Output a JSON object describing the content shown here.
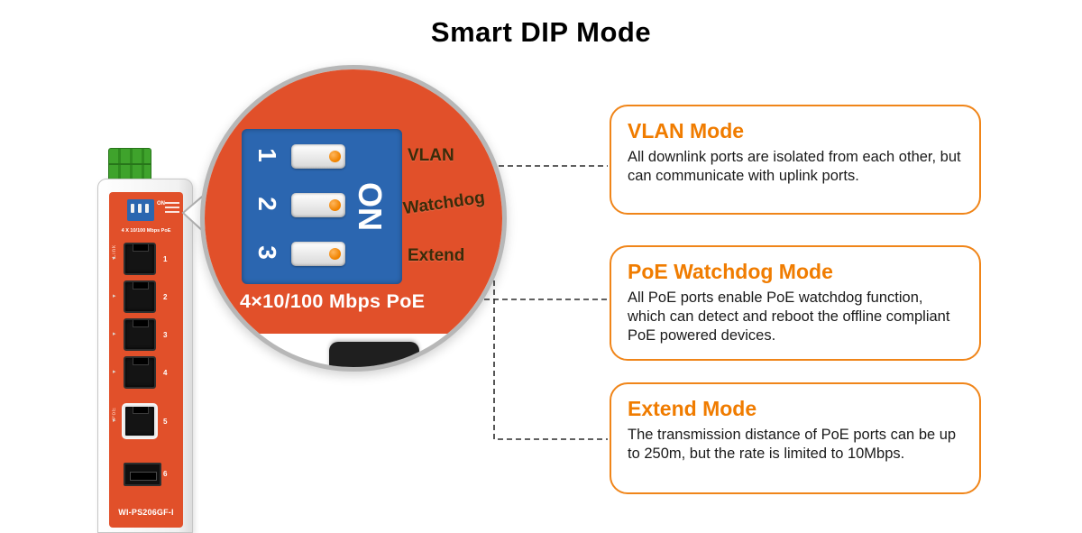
{
  "title": "Smart DIP Mode",
  "device": {
    "model": "WI-PS206GF-I",
    "panel_text": "4 X 10/100 Mbps PoE",
    "link_label": "Link",
    "poe_label": "PoE",
    "dip_on": "ON",
    "port_numbers": [
      "1",
      "2",
      "3",
      "4",
      "5",
      "6"
    ]
  },
  "magnifier": {
    "switch_numbers": [
      "1",
      "2",
      "3"
    ],
    "on_label": "ON",
    "switch_labels": [
      "VLAN",
      "Watchdog",
      "Extend"
    ],
    "caption": "4×10/100 Mbps PoE"
  },
  "callouts": [
    {
      "title": "VLAN Mode",
      "body": "All downlink ports are isolated from each other, but can communicate with uplink ports."
    },
    {
      "title": "PoE Watchdog Mode",
      "body": "All PoE ports enable PoE watchdog function, which can detect and reboot the offline compliant PoE powered devices."
    },
    {
      "title": "Extend Mode",
      "body": "The transmission distance of PoE ports can be up to 250m, but the rate is limited to 10Mbps."
    }
  ],
  "icons": {
    "led_arrow": "▸"
  },
  "colors": {
    "device_orange": "#e1502a",
    "callout_border_orange": "#f08519",
    "callout_title_orange": "#f07c00",
    "dip_panel_blue": "#2b66b0",
    "switch_dot_orange": "#f08300",
    "dip_label_dark": "#3a2c0a",
    "terminal_green": "#3fa32c"
  }
}
